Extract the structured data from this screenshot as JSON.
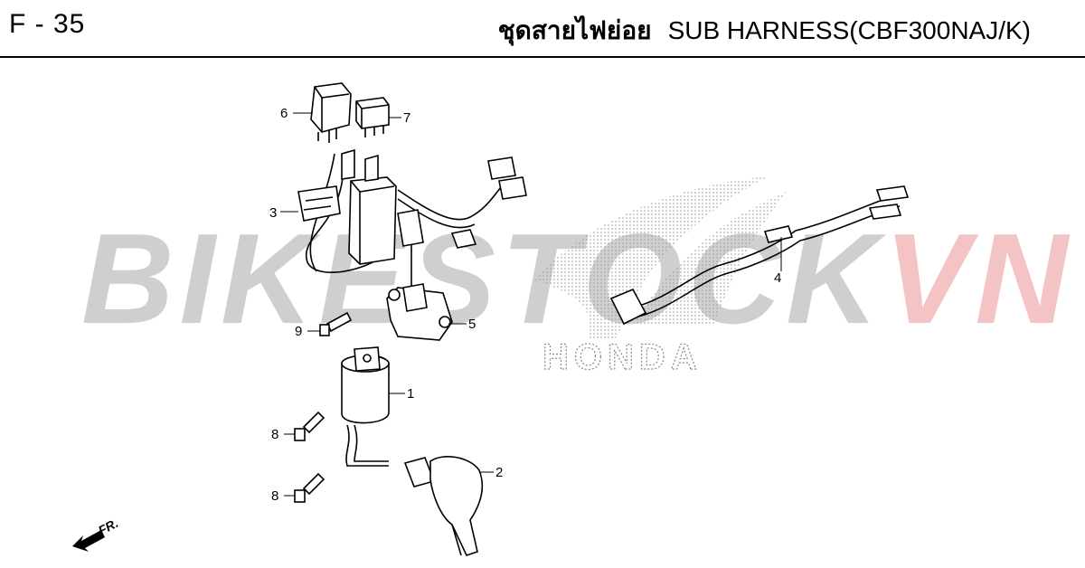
{
  "header": {
    "page_code": "F - 35",
    "title_thai": "ชุดสายไฟย่อย",
    "title_en": "SUB HARNESS(CBF300NAJ/K)"
  },
  "watermark": {
    "text_main": "BIKESTOCK",
    "text_accent": "VN",
    "main_color": "#cfcfcf",
    "accent_color": "#f4c4c4"
  },
  "logo": {
    "text": "HONDA"
  },
  "callouts": [
    "1",
    "2",
    "3",
    "4",
    "5",
    "6",
    "7",
    "8",
    "8",
    "9"
  ],
  "direction_marker": {
    "label": "FR.",
    "icon": "arrow-icon"
  }
}
